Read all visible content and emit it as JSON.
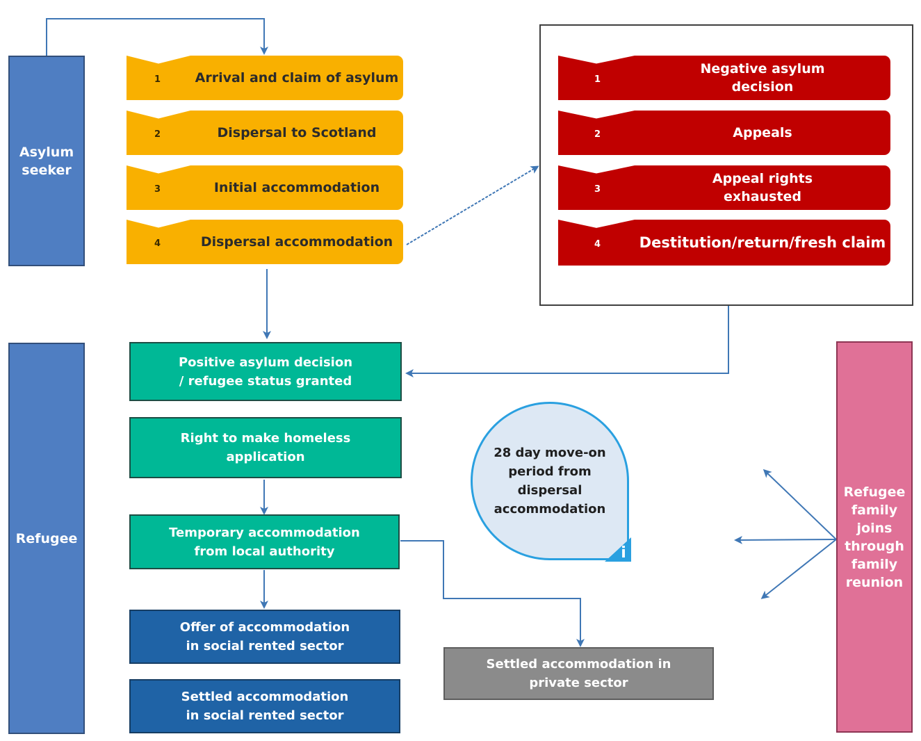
{
  "side_labels": {
    "asylum_seeker": "Asylum\nseeker",
    "refugee": "Refugee",
    "family_reunion": "Refugee\nfamily\njoins\nthrough\nfamily\nreunion"
  },
  "asylum_steps": [
    {
      "num": "1",
      "label": "Arrival and claim of asylum"
    },
    {
      "num": "2",
      "label": "Dispersal to Scotland"
    },
    {
      "num": "3",
      "label": "Initial accommodation"
    },
    {
      "num": "4",
      "label": "Dispersal accommodation"
    }
  ],
  "negative_steps": [
    {
      "num": "1",
      "label": "Negative asylum\ndecision"
    },
    {
      "num": "2",
      "label": "Appeals"
    },
    {
      "num": "3",
      "label": "Appeal rights\nexhausted"
    },
    {
      "num": "4",
      "label": "Destitution/return/fresh claim"
    }
  ],
  "refugee_boxes": {
    "positive_decision": "Positive asylum decision\n/ refugee status granted",
    "homeless_application": "Right to make homeless\napplication",
    "temporary_accommodation": "Temporary accommodation\nfrom local authority",
    "offer_social": "Offer of accommodation\nin social rented sector",
    "settled_social": "Settled accommodation\nin social rented sector",
    "settled_private": "Settled accommodation in\nprivate sector"
  },
  "callout": {
    "text": "28 day move-on\nperiod from\ndispersal\naccommodation",
    "info_glyph": "i"
  },
  "colors": {
    "asylum_steps": "#f9b000",
    "negative_steps": "#c00000",
    "refugee_steps": "#00b896",
    "social_housing": "#1f63a6",
    "private_housing": "#8b8b8b",
    "side_bars": "#4f7ec2",
    "family_reunion": "#e07197",
    "arrows": "#3f77b5"
  }
}
